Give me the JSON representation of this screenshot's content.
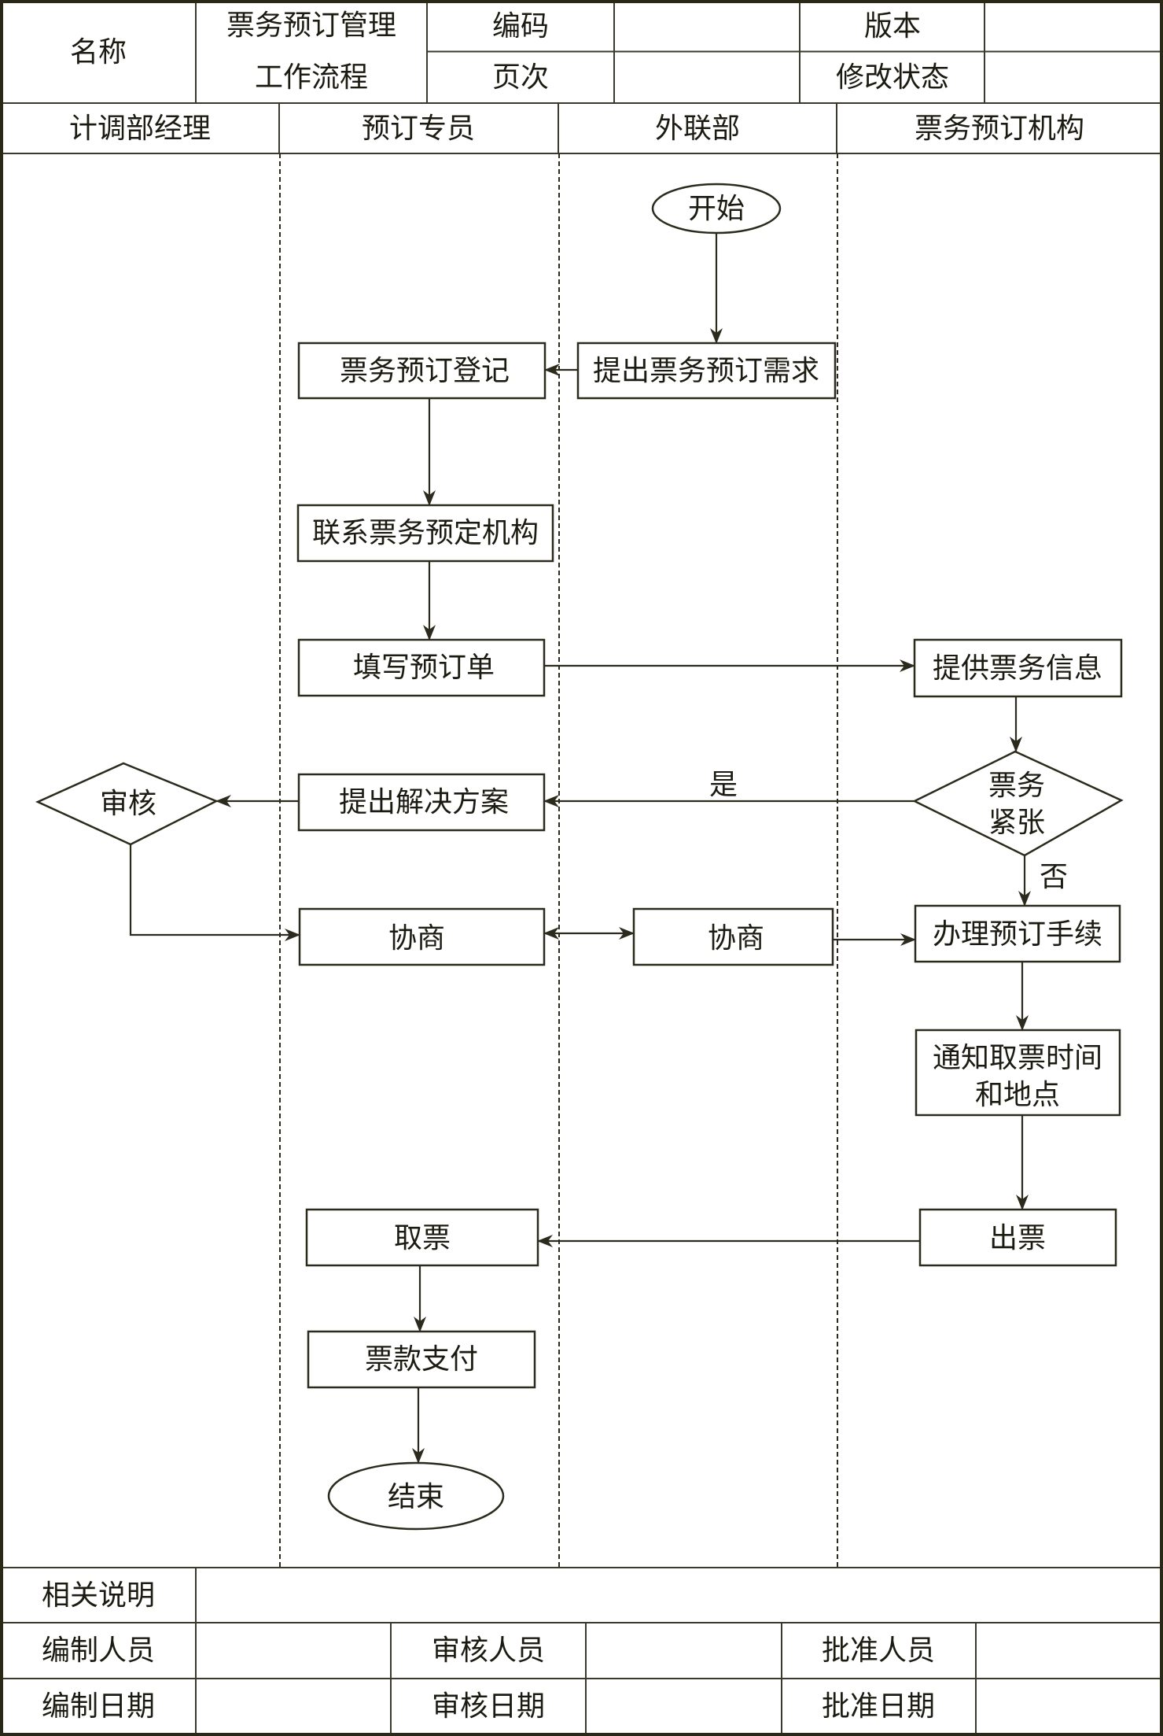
{
  "header": {
    "name_label": "名称",
    "process_title_lines": [
      "票务预订管理",
      "工作流程"
    ],
    "code_label": "编码",
    "code_value": "",
    "page_label": "页次",
    "page_value": "",
    "version_label": "版本",
    "version_value": "",
    "revision_status_label": "修改状态",
    "revision_status_value": ""
  },
  "lanes": [
    {
      "id": "dispatch-manager",
      "label": "计调部经理"
    },
    {
      "id": "booking-specialist",
      "label": "预订专员"
    },
    {
      "id": "external-liaison",
      "label": "外联部"
    },
    {
      "id": "ticket-agency",
      "label": "票务预订机构"
    }
  ],
  "flow": {
    "nodes": {
      "start": {
        "type": "terminator",
        "lane": "外联部",
        "text": "开始"
      },
      "submit_request": {
        "type": "process",
        "lane": "外联部",
        "text": "提出票务预订需求"
      },
      "register": {
        "type": "process",
        "lane": "预订专员",
        "text": "票务预订登记"
      },
      "contact_agency": {
        "type": "process",
        "lane": "预订专员",
        "text": "联系票务预定机构"
      },
      "fill_form": {
        "type": "process",
        "lane": "预订专员",
        "text": "填写预订单"
      },
      "provide_info": {
        "type": "process",
        "lane": "票务预订机构",
        "text": "提供票务信息"
      },
      "tickets_tight": {
        "type": "decision",
        "lane": "票务预订机构",
        "text_lines": [
          "票务",
          "紧张"
        ]
      },
      "propose_solution": {
        "type": "process",
        "lane": "预订专员",
        "text": "提出解决方案"
      },
      "review": {
        "type": "decision",
        "lane": "计调部经理",
        "text": "审核"
      },
      "negotiate_specialist": {
        "type": "process",
        "lane": "预订专员",
        "text": "协商"
      },
      "negotiate_liaison": {
        "type": "process",
        "lane": "外联部",
        "text": "协商"
      },
      "process_booking": {
        "type": "process",
        "lane": "票务预订机构",
        "text": "办理预订手续"
      },
      "notify_pickup": {
        "type": "process",
        "lane": "票务预订机构",
        "text_lines": [
          "通知取票时间",
          "和地点"
        ]
      },
      "issue_ticket": {
        "type": "process",
        "lane": "票务预订机构",
        "text": "出票"
      },
      "pick_up_ticket": {
        "type": "process",
        "lane": "预订专员",
        "text": "取票"
      },
      "payment": {
        "type": "process",
        "lane": "预订专员",
        "text": "票款支付"
      },
      "end": {
        "type": "terminator",
        "lane": "预订专员",
        "text": "结束"
      }
    },
    "edge_labels": {
      "yes": "是",
      "no": "否"
    },
    "edges": [
      {
        "from": "start",
        "to": "submit_request"
      },
      {
        "from": "submit_request",
        "to": "register"
      },
      {
        "from": "register",
        "to": "contact_agency"
      },
      {
        "from": "contact_agency",
        "to": "fill_form"
      },
      {
        "from": "fill_form",
        "to": "provide_info"
      },
      {
        "from": "provide_info",
        "to": "tickets_tight"
      },
      {
        "from": "tickets_tight",
        "to": "propose_solution",
        "label": "是"
      },
      {
        "from": "propose_solution",
        "to": "review"
      },
      {
        "from": "review",
        "to": "negotiate_specialist"
      },
      {
        "from": "negotiate_specialist",
        "to": "negotiate_liaison",
        "bidirectional": true
      },
      {
        "from": "negotiate_liaison",
        "to": "process_booking"
      },
      {
        "from": "tickets_tight",
        "to": "process_booking",
        "label": "否"
      },
      {
        "from": "process_booking",
        "to": "notify_pickup"
      },
      {
        "from": "notify_pickup",
        "to": "issue_ticket"
      },
      {
        "from": "issue_ticket",
        "to": "pick_up_ticket"
      },
      {
        "from": "pick_up_ticket",
        "to": "payment"
      },
      {
        "from": "payment",
        "to": "end"
      }
    ]
  },
  "footer": {
    "notes_label": "相关说明",
    "notes_value": "",
    "prepared_by_label": "编制人员",
    "prepared_by_value": "",
    "reviewed_by_label": "审核人员",
    "reviewed_by_value": "",
    "approved_by_label": "批准人员",
    "approved_by_value": "",
    "prepared_date_label": "编制日期",
    "prepared_date_value": "",
    "reviewed_date_label": "审核日期",
    "reviewed_date_value": "",
    "approved_date_label": "批准日期",
    "approved_date_value": ""
  }
}
